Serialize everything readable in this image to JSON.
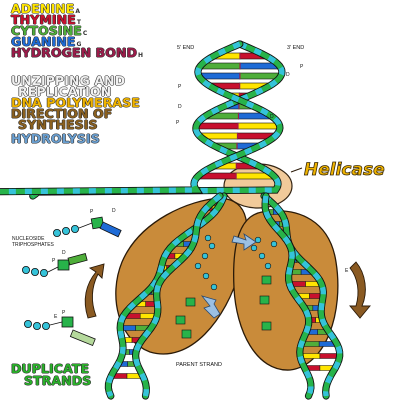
{
  "legend": {
    "adenine": "ADENINE",
    "adenine_mark": "A",
    "thymine": "THYMINE",
    "thymine_mark": "T",
    "cytosine": "CYTOSINE",
    "cytosine_mark": "C",
    "guanine": "GUANINE",
    "guanine_mark": "G",
    "hydrogen_bond": "HYDROGEN BOND",
    "hydrogen_bond_mark": "H"
  },
  "topics": {
    "unzipping_1": "UNZIPPING AND",
    "unzipping_2": "REPLICATION",
    "dna_polymerase": "DNA POLYMERASE",
    "direction_1": "DIRECTION OF",
    "direction_2": "SYNTHESIS",
    "hydrolysis": "HYDROLYSIS",
    "duplicate_1": "DUPLICATE",
    "duplicate_2": "STRANDS"
  },
  "labels": {
    "five_prime_end": "5' END",
    "three_prime_end": "3' END",
    "helicase": "Helicase",
    "nucleoside_1": "NUCLEOSIDE",
    "nucleoside_2": "TRIPHOSPHATES",
    "parent_strand": "PARENT STRAND",
    "mark_p": "P",
    "mark_d": "D",
    "mark_e": "E"
  },
  "colors": {
    "adenine": "#ffe500",
    "thymine": "#c8102e",
    "cytosine": "#4fae3a",
    "guanine": "#1e6bd6",
    "hydrogen_bond": "#9b1c4a",
    "topic_unzip": "#f1f1f1",
    "topic_polymerase": "#f0b400",
    "topic_direction": "#8a6020",
    "topic_hydrolysis": "#6a9fd0",
    "topic_duplicate": "#2bb02b",
    "backbone_green": "#27b34a",
    "backbone_cyan": "#35c3d9",
    "polymerase_body": "#c98b3a",
    "helicase_body": "#f1c895",
    "arrow_brown": "#8a5a22",
    "arrow_blue": "#9cc0e2",
    "helicase_text": "#f0b400"
  },
  "bases": [
    [
      "A",
      "T"
    ],
    [
      "C",
      "G"
    ],
    [
      "G",
      "C"
    ],
    [
      "T",
      "A"
    ],
    [
      "A",
      "T"
    ],
    [
      "G",
      "C"
    ],
    [
      "C",
      "G"
    ],
    [
      "T",
      "A"
    ],
    [
      "A",
      "T"
    ],
    [
      "C",
      "G"
    ],
    [
      "G",
      "C"
    ],
    [
      "A",
      "T"
    ],
    [
      "T",
      "A"
    ],
    [
      "G",
      "C"
    ]
  ]
}
